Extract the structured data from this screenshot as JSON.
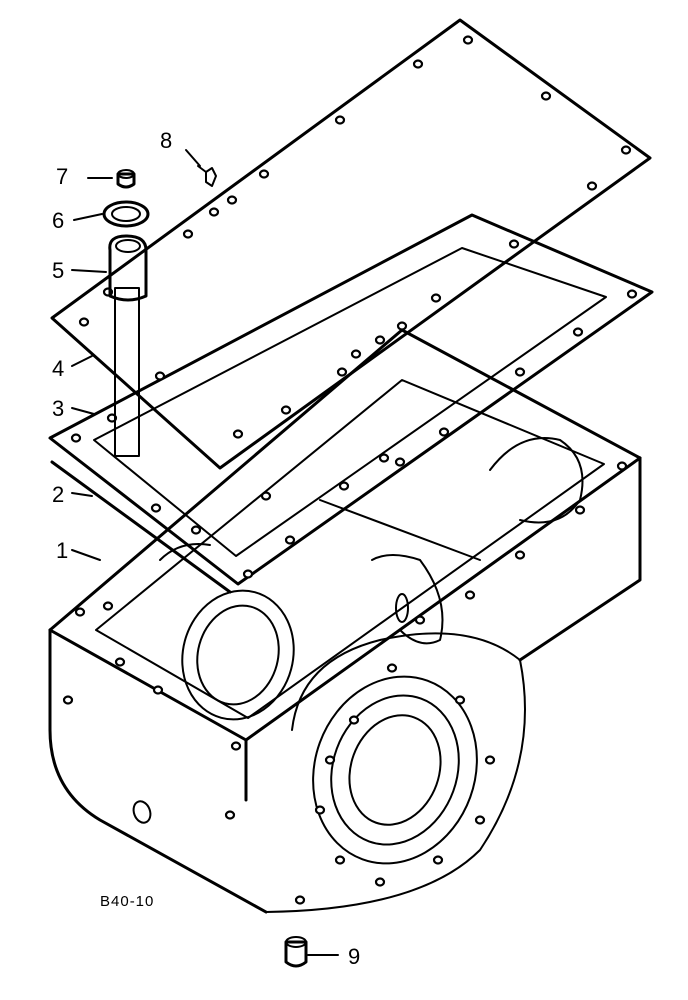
{
  "callouts": {
    "c1": "1",
    "c2": "2",
    "c3": "3",
    "c4": "4",
    "c5": "5",
    "c6": "6",
    "c7": "7",
    "c8": "8",
    "c9": "9"
  },
  "figure_code": "B40-10"
}
